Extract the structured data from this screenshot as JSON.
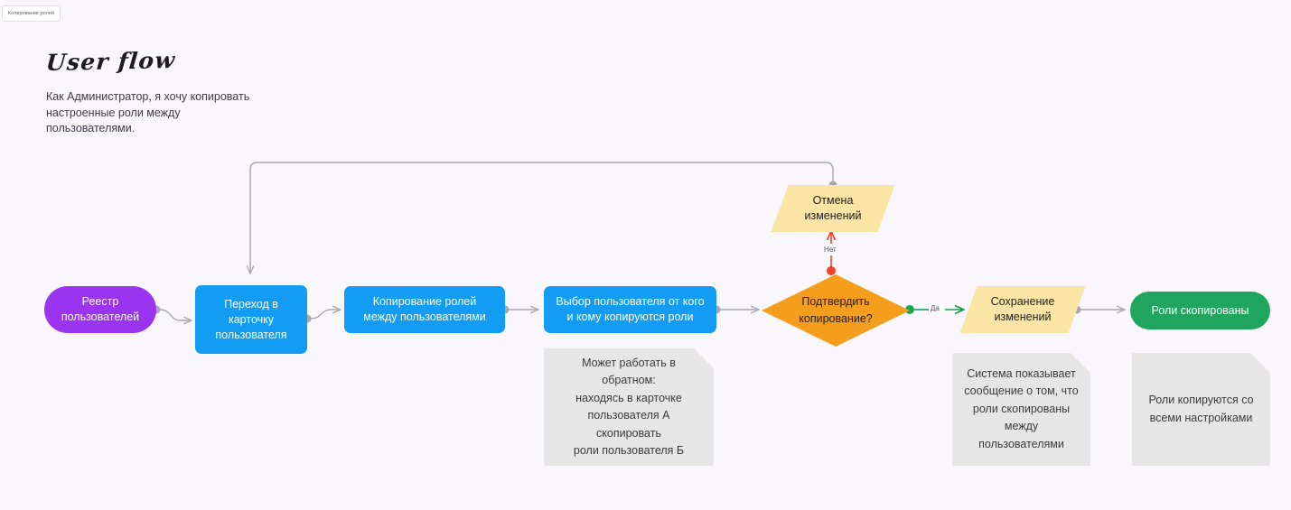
{
  "app": {
    "background_color": "#faf7fc",
    "tab_label": "Копирование ролей"
  },
  "header": {
    "title": "User flow",
    "description": "Как Администратор, я хочу копировать настроенные роли между пользователями."
  },
  "colors": {
    "purple": "#9b34ee",
    "blue": "#139cf4",
    "orange": "#f59e1d",
    "yellow": "#fbe5a4",
    "green": "#1fa55e",
    "note_gray": "#e6e6e6",
    "connector_gray": "#a9a6af",
    "yes_green": "#14a14f",
    "no_red": "#f3412a"
  },
  "flow": {
    "nodes": [
      {
        "id": "registry",
        "shape": "terminator",
        "label": "Реестр\nпользователей",
        "color": "#9b34ee"
      },
      {
        "id": "open-card",
        "shape": "process",
        "label": "Переход в\nкарточку\nпользователя",
        "color": "#139cf4"
      },
      {
        "id": "copy-roles",
        "shape": "process",
        "label": "Копирование ролей\nмежду пользователями",
        "color": "#139cf4"
      },
      {
        "id": "select-users",
        "shape": "process",
        "label": "Выбор пользователя от кого\nи кому копируются роли",
        "color": "#139cf4"
      },
      {
        "id": "confirm",
        "shape": "decision",
        "label": "Подтвердить\nкопирование?",
        "color": "#f59e1d"
      },
      {
        "id": "cancel",
        "shape": "parallelogram",
        "label": "Отмена\nизменений",
        "color": "#fbe5a4"
      },
      {
        "id": "save",
        "shape": "parallelogram",
        "label": "Сохранение\nизменений",
        "color": "#fbe5a4"
      },
      {
        "id": "done",
        "shape": "terminator",
        "label": "Роли скопированы",
        "color": "#1fa55e"
      }
    ],
    "edge_labels": {
      "yes": "Да",
      "no": "Нет"
    },
    "notes": [
      {
        "id": "note-reverse",
        "text": "Может работать в обратном:\nнаходясь в карточке\nпользователя А скопировать\nроли пользователя Б"
      },
      {
        "id": "note-message",
        "text": "Система показывает\nсообщение о том, что\nроли скопированы\nмежду пользователями"
      },
      {
        "id": "note-settings",
        "text": "Роли копируются со\nвсеми настройками"
      }
    ]
  }
}
